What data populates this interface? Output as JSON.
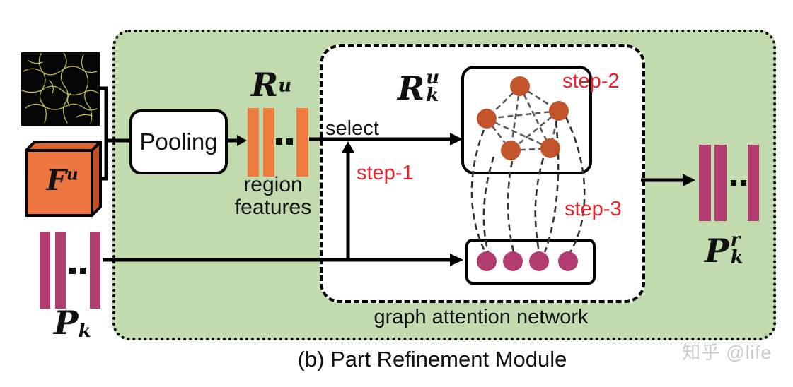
{
  "figure": {
    "caption": "(b) Part Refinement Module",
    "watermark": "知乎 @life"
  },
  "module": {
    "pooling_label": "Pooling",
    "select_label": "select",
    "region_features_line1": "region",
    "region_features_line2": "features",
    "gat_label": "graph attention network",
    "step1_label": "step-1",
    "step2_label": "step-2",
    "step3_label": "step-3"
  },
  "math": {
    "Fu": {
      "base": "F",
      "sup": "u"
    },
    "Ru": {
      "base": "R",
      "sup": "u"
    },
    "Ruk": {
      "base": "R",
      "sup": "u",
      "sub": "k"
    },
    "Pk": {
      "base": "P",
      "sub": "k"
    },
    "Prk": {
      "base": "P",
      "sup": "r",
      "sub": "k"
    }
  },
  "graph": {
    "region_nodes_count": 5,
    "part_nodes_count": 4
  },
  "colors": {
    "panel_green": "#c1dbae",
    "bar_orange": "#ee7c3f",
    "node_orange": "#c2552b",
    "bar_magenta": "#b23c6f",
    "step_red": "#e8212a",
    "cube_orange": "#ec7540",
    "superpixel_line_yellow": "#c9c553"
  }
}
